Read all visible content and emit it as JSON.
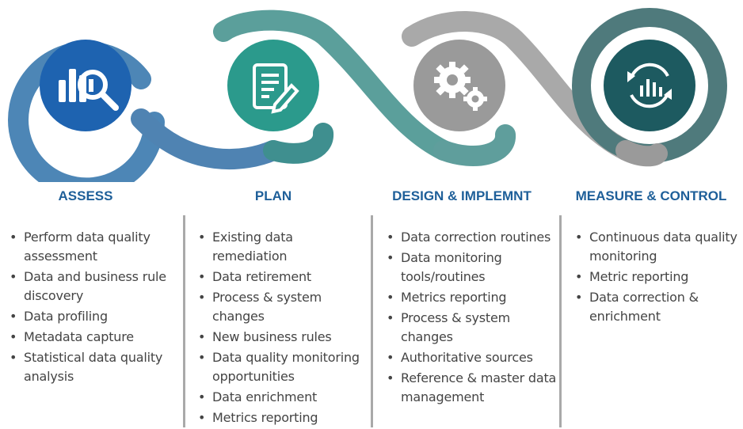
{
  "colors": {
    "assess": "#1e63b0",
    "plan": "#2b9a8c",
    "design": "#9a9a9a",
    "measure": "#1d5a60",
    "title": "#1e5f99",
    "text": "#444444",
    "divider": "#a9a9a9"
  },
  "stages": [
    {
      "title": "ASSESS",
      "icon": "bar-chart-magnifier-icon",
      "items": [
        "Perform data quality assessment",
        "Data and business rule discovery",
        "Data profiling",
        "Metadata capture",
        "Statistical data quality analysis"
      ]
    },
    {
      "title": "PLAN",
      "icon": "document-pencil-icon",
      "items": [
        "Existing data remediation",
        "Data retirement",
        "Process & system changes",
        "New business rules",
        "Data quality monitoring opportunities",
        "Data enrichment",
        "Metrics reporting"
      ]
    },
    {
      "title": "DESIGN & IMPLEMNT",
      "icon": "gears-icon",
      "items": [
        "Data correction routines",
        "Data monitoring tools/routines",
        "Metrics reporting",
        "Process & system changes",
        "Authoritative sources",
        "Reference & master data management"
      ]
    },
    {
      "title": "MEASURE & CONTROL",
      "icon": "refresh-chart-icon",
      "items": [
        "Continuous data quality monitoring",
        "Metric reporting",
        "Data correction & enrichment"
      ]
    }
  ]
}
